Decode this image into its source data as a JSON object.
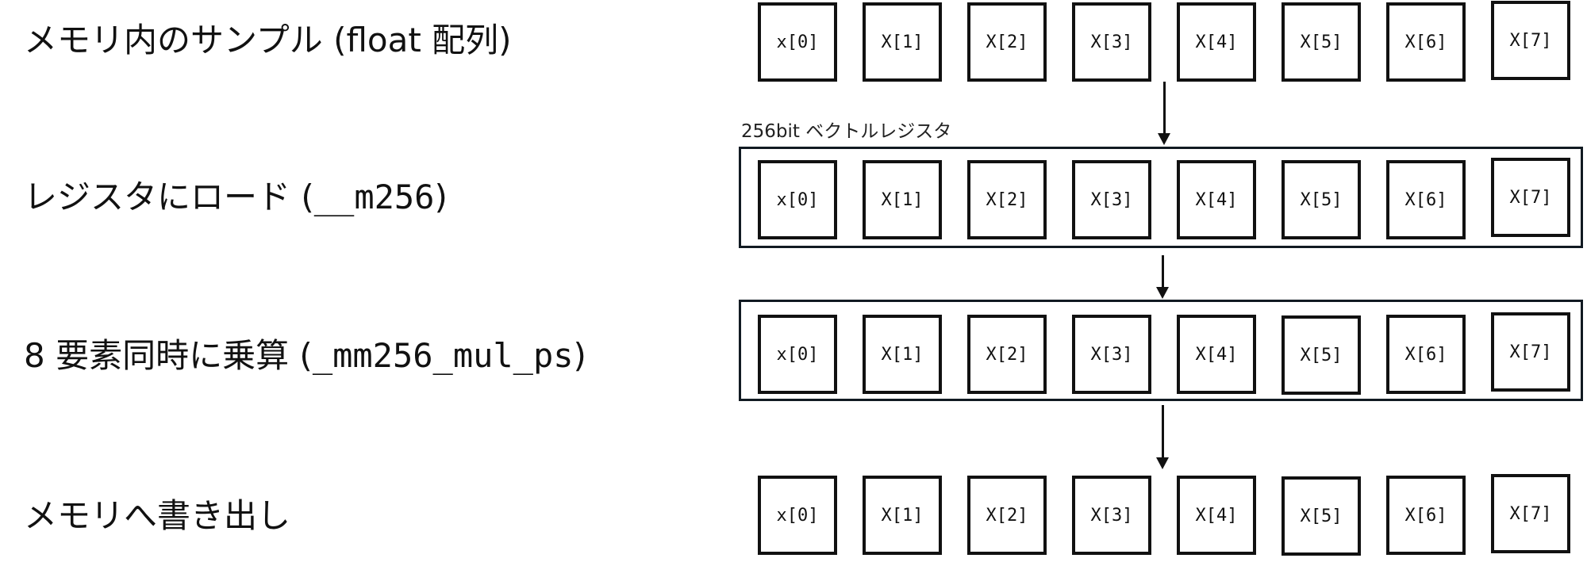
{
  "steps": [
    {
      "label_text": "メモリ内のサンプル (float 配列)",
      "label_code": ""
    },
    {
      "label_text": "レジスタにロード (",
      "label_code": "__m256",
      "label_close": ")"
    },
    {
      "label_text": "8 要素同時に乗算 (",
      "label_code": "_mm256_mul_ps",
      "label_close": ")"
    },
    {
      "label_text": "メモリへ書き出し",
      "label_code": ""
    }
  ],
  "register_caption": "256bit ベクトルレジスタ",
  "rows": {
    "memory_in": [
      "x[0]",
      "X[1]",
      "X[2]",
      "X[3]",
      "X[4]",
      "X[5]",
      "X[6]",
      "X[7]"
    ],
    "register_load": [
      "x[0]",
      "X[1]",
      "X[2]",
      "X[3]",
      "X[4]",
      "X[5]",
      "X[6]",
      "X[7]"
    ],
    "multiply": [
      "x[0]",
      "X[1]",
      "X[2]",
      "X[3]",
      "X[4]",
      "X[5]",
      "X[6]",
      "X[7]"
    ],
    "memory_out": [
      "x[0]",
      "X[1]",
      "X[2]",
      "X[3]",
      "X[4]",
      "X[5]",
      "X[6]",
      "X[7]"
    ]
  }
}
